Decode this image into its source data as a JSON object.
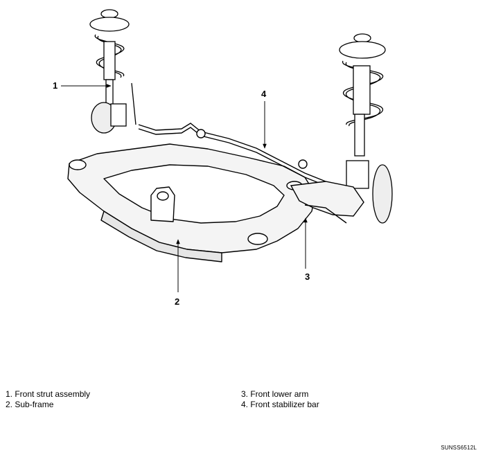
{
  "callouts": [
    {
      "number": "1"
    },
    {
      "number": "2"
    },
    {
      "number": "3"
    },
    {
      "number": "4"
    }
  ],
  "legend": {
    "left": [
      "1. Front strut assembly",
      "2. Sub-frame"
    ],
    "right": [
      "3. Front lower arm",
      "4. Front stabilizer bar"
    ]
  },
  "figure_code": "SUNSS6512L"
}
